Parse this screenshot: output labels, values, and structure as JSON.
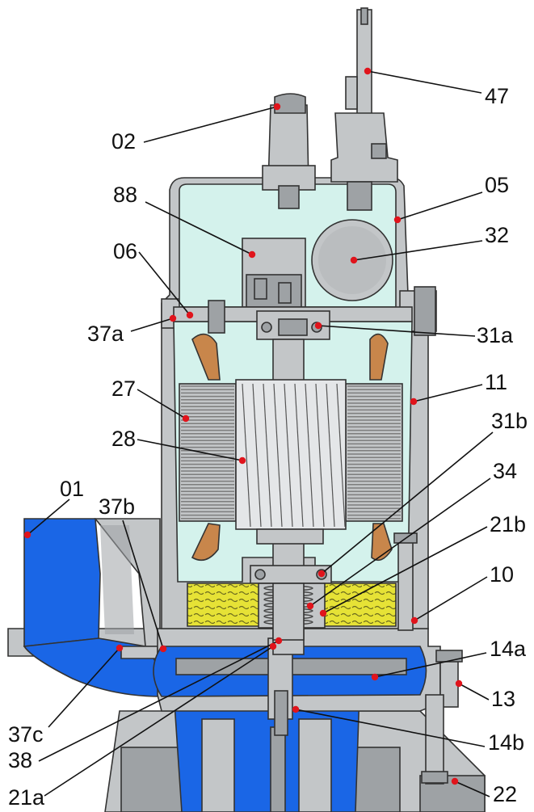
{
  "diagram": {
    "colors": {
      "casing": "#c3c6c8",
      "casing_dark": "#9ea2a5",
      "chamber": "#d4f2ec",
      "water": "#1a66e6",
      "oil": "#e6e236",
      "winding": "#c8864b",
      "stator": "#7d7d7d",
      "marker": "#e0141c"
    },
    "labels": [
      {
        "key": "47",
        "text": "47"
      },
      {
        "key": "02",
        "text": "02"
      },
      {
        "key": "88",
        "text": "88"
      },
      {
        "key": "05",
        "text": "05"
      },
      {
        "key": "32",
        "text": "32"
      },
      {
        "key": "06",
        "text": "06"
      },
      {
        "key": "37a",
        "text": "37a"
      },
      {
        "key": "31a",
        "text": "31a"
      },
      {
        "key": "11",
        "text": "11"
      },
      {
        "key": "27",
        "text": "27"
      },
      {
        "key": "28",
        "text": "28"
      },
      {
        "key": "31b",
        "text": "31b"
      },
      {
        "key": "01",
        "text": "01"
      },
      {
        "key": "37b",
        "text": "37b"
      },
      {
        "key": "34",
        "text": "34"
      },
      {
        "key": "21b",
        "text": "21b"
      },
      {
        "key": "10",
        "text": "10"
      },
      {
        "key": "14a",
        "text": "14a"
      },
      {
        "key": "13",
        "text": "13"
      },
      {
        "key": "37c",
        "text": "37c"
      },
      {
        "key": "38",
        "text": "38"
      },
      {
        "key": "14b",
        "text": "14b"
      },
      {
        "key": "21a",
        "text": "21a"
      },
      {
        "key": "22",
        "text": "22"
      }
    ]
  }
}
